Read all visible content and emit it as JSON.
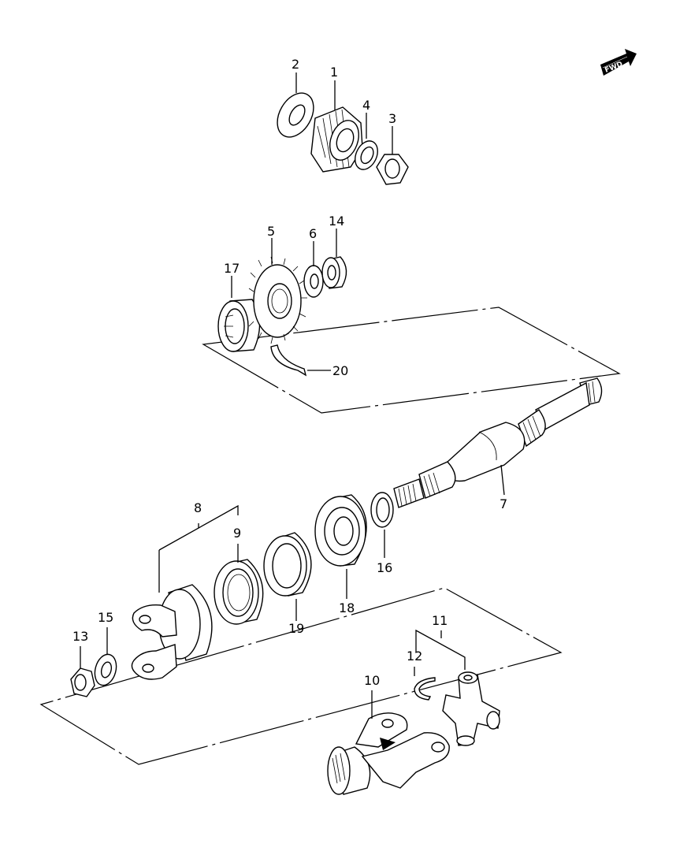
{
  "fwd_indicator": {
    "label": "FWD"
  },
  "parts": [
    {
      "id": "1"
    },
    {
      "id": "2"
    },
    {
      "id": "3"
    },
    {
      "id": "4"
    },
    {
      "id": "5"
    },
    {
      "id": "6"
    },
    {
      "id": "14"
    },
    {
      "id": "17"
    },
    {
      "id": "20"
    },
    {
      "id": "7"
    },
    {
      "id": "8"
    },
    {
      "id": "9"
    },
    {
      "id": "16"
    },
    {
      "id": "18"
    },
    {
      "id": "19"
    },
    {
      "id": "15"
    },
    {
      "id": "13"
    },
    {
      "id": "11"
    },
    {
      "id": "12"
    },
    {
      "id": "10"
    }
  ]
}
